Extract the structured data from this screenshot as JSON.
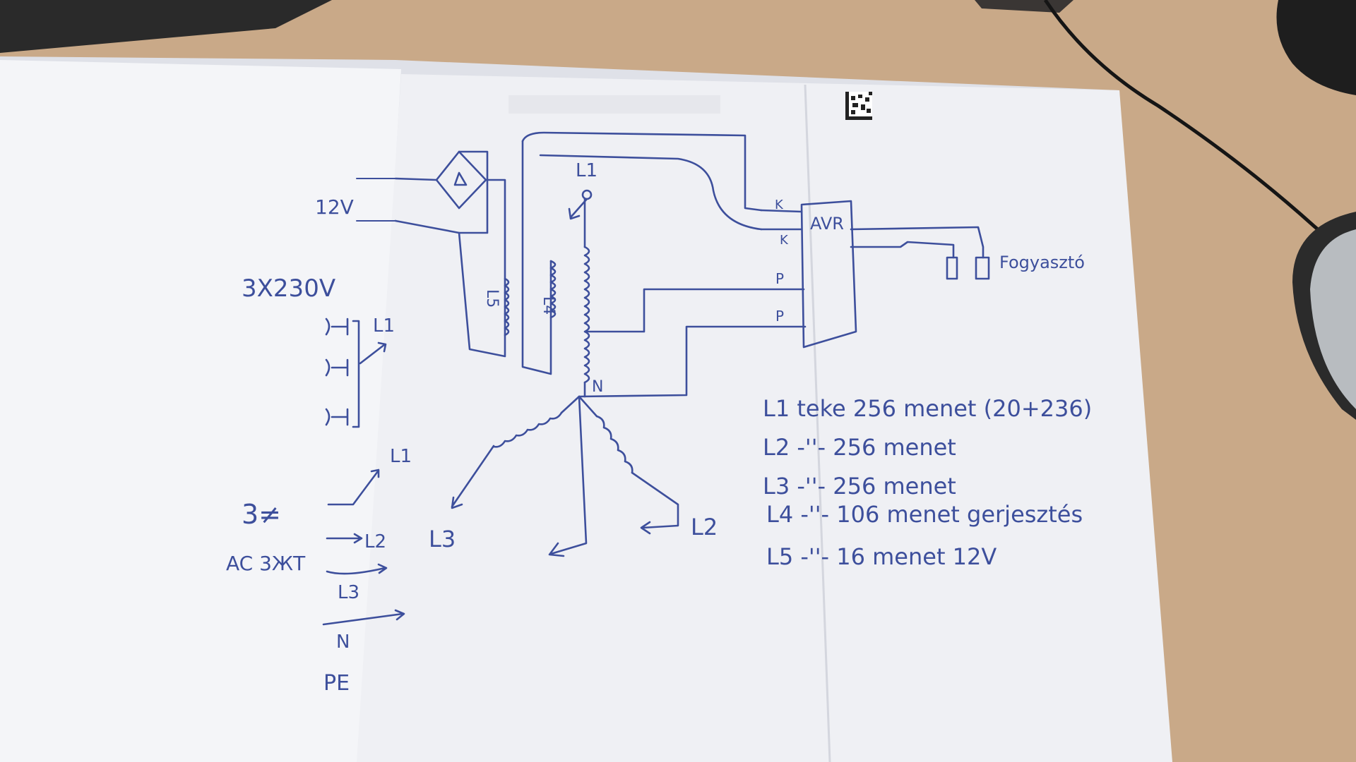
{
  "colors": {
    "desk": "#c9a988",
    "paper": "#f1f2f6",
    "paper_shadow": "#dfe1e8",
    "ink": "#3d4f9c",
    "device_dark": "#222222"
  },
  "icons": [
    "datamatrix-code-icon"
  ],
  "drawing": {
    "left_labels": {
      "v12": "12V",
      "supply": "3X230V",
      "breaker_l1": "L1",
      "phase_symbol": "3≠",
      "ac_label": "AC 3ЖТ",
      "in_l1": "L1",
      "in_l2": "L2",
      "in_l3": "L3",
      "in_n": "N",
      "in_pe": "PE"
    },
    "transformer": {
      "tap_l1": "L1",
      "coil_l5": "L5",
      "coil_l4": "L4",
      "node_n": "N",
      "star_l3": "L3",
      "star_l2": "L2"
    },
    "avr": {
      "title": "AVR",
      "k_upper": "K",
      "k_lower": "K",
      "p_upper": "P",
      "p_lower": "P",
      "load_label": "Fogyasztó"
    },
    "notes": [
      "L1 teke 256 menet (20+236)",
      "L2 -''- 256 menet",
      "L3 -''- 256 menet",
      "L4 -''- 106 menet gerjesztés",
      "L5 -''- 16 menet 12V"
    ]
  }
}
